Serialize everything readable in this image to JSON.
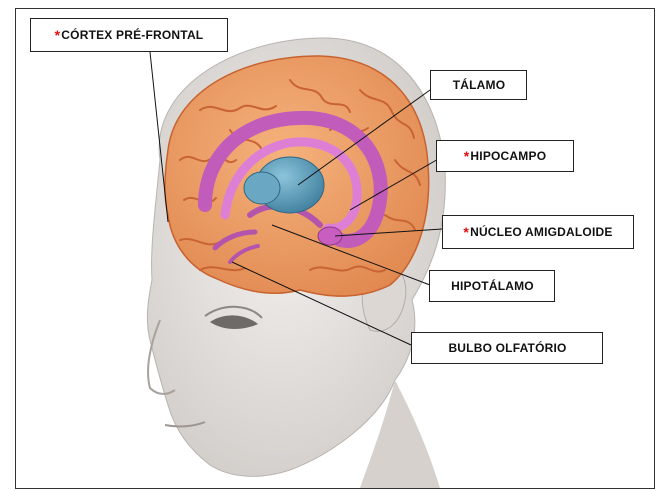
{
  "labels": {
    "cortex": {
      "star": "*",
      "text": "CÓRTEX PRÉ-FRONTAL"
    },
    "talamo": {
      "star": "",
      "text": "TÁLAMO"
    },
    "hipocampo": {
      "star": "*",
      "text": "HIPOCAMPO"
    },
    "nucleo": {
      "star": "*",
      "text": "NÚCLEO AMIGDALOIDE"
    },
    "hipotalamo": {
      "star": "",
      "text": "HIPOTÁLAMO"
    },
    "bulbo": {
      "star": "",
      "text": "BULBO OLFATÓRIO"
    }
  },
  "colors": {
    "brain_outer": "#f0a06a",
    "brain_fold": "#e07a45",
    "limbic": "#cc66c4",
    "limbic_dark": "#9c3f98",
    "thalamus": "#5b9ab8",
    "skin": "#e7e4e1",
    "skin_shadow": "#cfcac6",
    "asterisk": "#e01010"
  }
}
